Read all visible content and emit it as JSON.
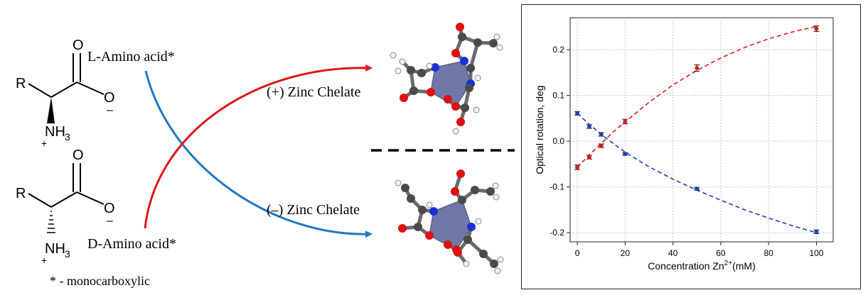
{
  "scheme": {
    "l_label": "L-Amino acid*",
    "d_label": "D-Amino acid*",
    "plus_chelate": "(+) Zinc Chelate",
    "minus_chelate": "(–) Zinc Chelate",
    "footnote": "* - monocarboxylic",
    "atoms": {
      "R": "R",
      "O": "O",
      "NH": "NH",
      "sub3": "3",
      "plus": "+",
      "minus": "–"
    },
    "colors": {
      "l_arrow": "#1f77c4",
      "d_arrow": "#e0161b",
      "carbon": "#4a4a4a",
      "oxygen": "#e01010",
      "nitrogen": "#1c2fd6",
      "hydrogen": "#f2f2f2",
      "zinc_polyhedron": "#7078a8"
    }
  },
  "chart_data": {
    "type": "scatter",
    "xlabel": "Concentration Zn",
    "xlabel_sup": "2+",
    "xlabel_tail": "(mM)",
    "ylabel": "Optical rotation, deg",
    "xlim": [
      -3,
      107
    ],
    "ylim": [
      -0.22,
      0.27
    ],
    "xticks": [
      0,
      20,
      40,
      60,
      80,
      100
    ],
    "yticks": [
      -0.2,
      -0.1,
      0.0,
      0.1,
      0.2
    ],
    "ytick_labels": [
      "-0.2",
      "-0.1",
      "0.0",
      "0.1",
      "0.2"
    ],
    "grid": true,
    "series": [
      {
        "color": "#e01818",
        "marker": "circle",
        "x": [
          0,
          5,
          10,
          20,
          50,
          100
        ],
        "y": [
          -0.057,
          -0.035,
          -0.01,
          0.043,
          0.16,
          0.246
        ],
        "err": [
          0.005,
          0.004,
          0.004,
          0.005,
          0.007,
          0.006
        ],
        "fit_x": [
          0,
          5,
          10,
          15,
          20,
          30,
          40,
          50,
          60,
          70,
          80,
          90,
          100
        ],
        "fit_y": [
          -0.057,
          -0.03,
          -0.005,
          0.02,
          0.042,
          0.085,
          0.123,
          0.155,
          0.182,
          0.205,
          0.224,
          0.239,
          0.251
        ]
      },
      {
        "color": "#1f3fb4",
        "marker": "circle",
        "x": [
          0,
          5,
          10,
          20,
          50,
          100
        ],
        "y": [
          0.061,
          0.032,
          0.015,
          -0.028,
          -0.104,
          -0.198
        ],
        "err": [
          0.004,
          0.004,
          0.004,
          0.003,
          0.003,
          0.004
        ],
        "fit_x": [
          0,
          5,
          10,
          15,
          20,
          30,
          40,
          50,
          60,
          70,
          80,
          90,
          100
        ],
        "fit_y": [
          0.061,
          0.037,
          0.015,
          -0.005,
          -0.024,
          -0.056,
          -0.083,
          -0.107,
          -0.129,
          -0.15,
          -0.168,
          -0.185,
          -0.2
        ]
      }
    ]
  }
}
